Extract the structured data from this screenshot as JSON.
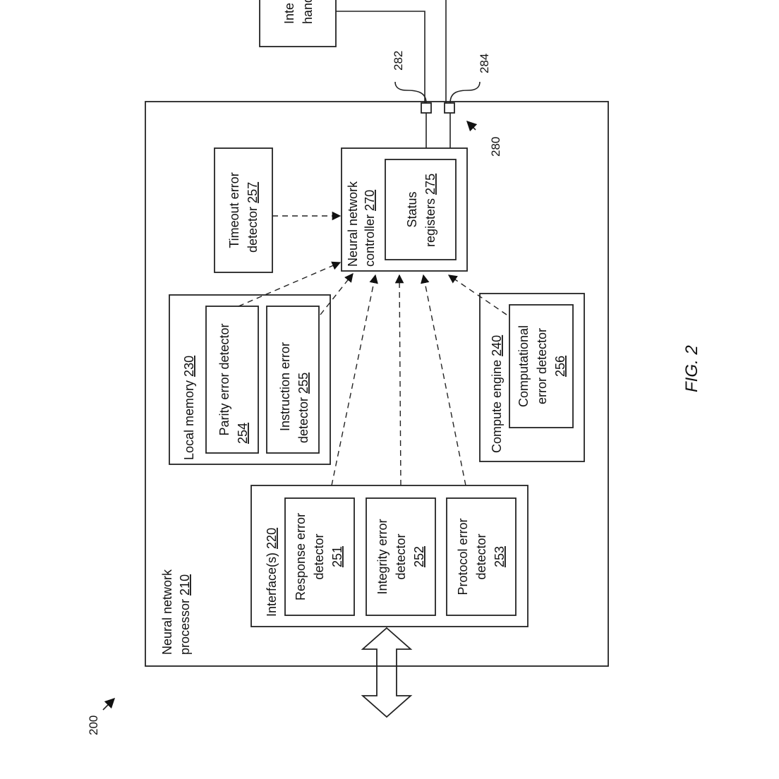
{
  "figure": {
    "ref_number": "200",
    "caption": "FIG. 2"
  },
  "external": {
    "handler_box_lines": [
      "Inte",
      "hand"
    ],
    "port_a": "282",
    "port_b": "284",
    "port_group": "280"
  },
  "processor": {
    "line1": "Neural network",
    "line2": "processor",
    "num": "210"
  },
  "interfaces": {
    "label": "Interface(s)",
    "num": "220",
    "response": {
      "line1": "Response error",
      "line2": "detector",
      "num": "251"
    },
    "integrity": {
      "line1": "Integrity error",
      "line2": "detector",
      "num": "252"
    },
    "protocol": {
      "line1": "Protocol error",
      "line2": "detector",
      "num": "253"
    }
  },
  "local_memory": {
    "label": "Local memory",
    "num": "230",
    "parity": {
      "line1": "Parity error detector",
      "num": "254"
    },
    "instruction": {
      "line1": "Instruction error",
      "line2": "detector",
      "num": "255"
    }
  },
  "compute_engine": {
    "label": "Compute engine",
    "num": "240",
    "computational": {
      "line1": "Computational",
      "line2": "error detector",
      "num": "256"
    }
  },
  "timeout": {
    "line1": "Timeout error",
    "line2": "detector",
    "num": "257"
  },
  "controller": {
    "line1": "Neural network",
    "line2": "controller",
    "num": "270",
    "status": {
      "line1": "Status",
      "line2": "registers",
      "num": "275"
    }
  }
}
